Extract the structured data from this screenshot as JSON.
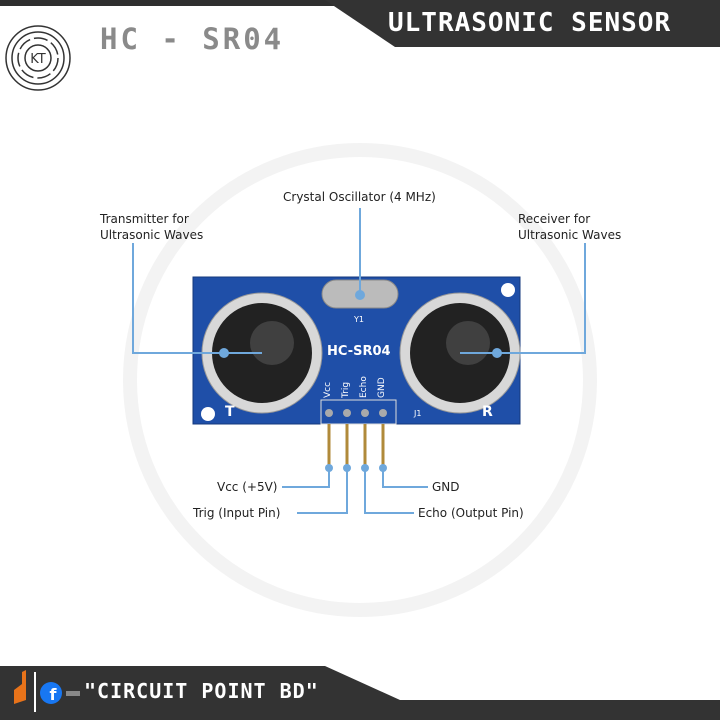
{
  "header": {
    "model": "HC - SR04",
    "title": "ULTRASONIC SENSOR",
    "logo_text": "KT"
  },
  "board": {
    "silkscreen": "HC-SR04",
    "crystal_ref": "Y1",
    "header_ref": "J1",
    "transmitter_mark": "T",
    "receiver_mark": "R",
    "pins": [
      "Vcc",
      "Trig",
      "Echo",
      "GND"
    ],
    "pcb_color": "#1f4fa8"
  },
  "callouts": {
    "transmitter": [
      "Transmitter for",
      "Ultrasonic Waves"
    ],
    "crystal": "Crystal Oscillator (4 MHz)",
    "receiver": [
      "Receiver for",
      "Ultrasonic Waves"
    ],
    "vcc": "Vcc (+5V)",
    "trig": "Trig (Input Pin)",
    "gnd": "GND",
    "echo": "Echo (Output Pin)",
    "line_color": "#6fa8dc"
  },
  "footer": {
    "brand": "\"CIRCUIT POINT BD\"",
    "icons": [
      "brand-logo-icon",
      "facebook-icon"
    ]
  }
}
